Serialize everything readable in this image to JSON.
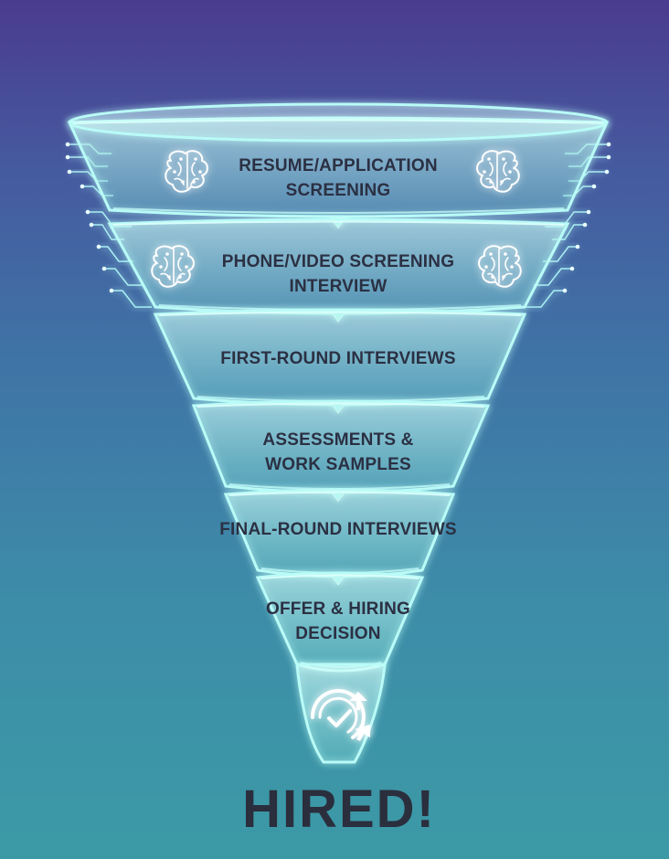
{
  "funnel": {
    "stages": [
      {
        "lines": [
          "RESUME/APPLICATION",
          "SCREENING"
        ],
        "has_brain_icons": true,
        "has_circuits": true
      },
      {
        "lines": [
          "PHONE/VIDEO SCREENING",
          "INTERVIEW"
        ],
        "has_brain_icons": true,
        "has_circuits": true
      },
      {
        "lines": [
          "FIRST-ROUND INTERVIEWS"
        ],
        "has_brain_icons": false,
        "has_circuits": false
      },
      {
        "lines": [
          "ASSESSMENTS &",
          "WORK SAMPLES"
        ],
        "has_brain_icons": false,
        "has_circuits": false
      },
      {
        "lines": [
          "FINAL-ROUND INTERVIEWS"
        ],
        "has_brain_icons": false,
        "has_circuits": false
      },
      {
        "lines": [
          "OFFER & HIRING",
          "DECISION"
        ],
        "has_brain_icons": false,
        "has_circuits": false
      }
    ],
    "tip_icon": "refresh-check-icon"
  },
  "result": {
    "label": "HIRED!"
  },
  "colors": {
    "glow": "#8ff3f0",
    "outline": "#b9fbf7",
    "text": "#2b3043",
    "hired": "#2a2e3d",
    "background_top": "#4a3b8f",
    "background_bottom": "#3c9aa6"
  },
  "icons": {
    "left_brain": "brain-circuit-icon",
    "right_brain": "brain-circuit-icon",
    "arrow": "triangle-down-icon"
  }
}
